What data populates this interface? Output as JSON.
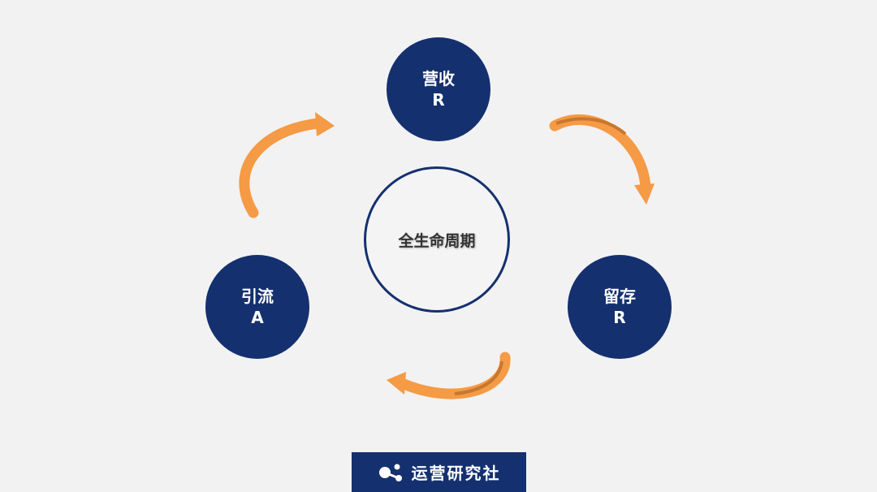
{
  "center": {
    "label": "全生命周期"
  },
  "nodes": [
    {
      "title": "营收",
      "letter": "R"
    },
    {
      "title": "留存",
      "letter": "R"
    },
    {
      "title": "引流",
      "letter": "A"
    }
  ],
  "logo": {
    "text": "运营研究社"
  },
  "colors": {
    "navy": "#14306f",
    "orange": "#f59a45",
    "background": "#f2f2f2"
  }
}
